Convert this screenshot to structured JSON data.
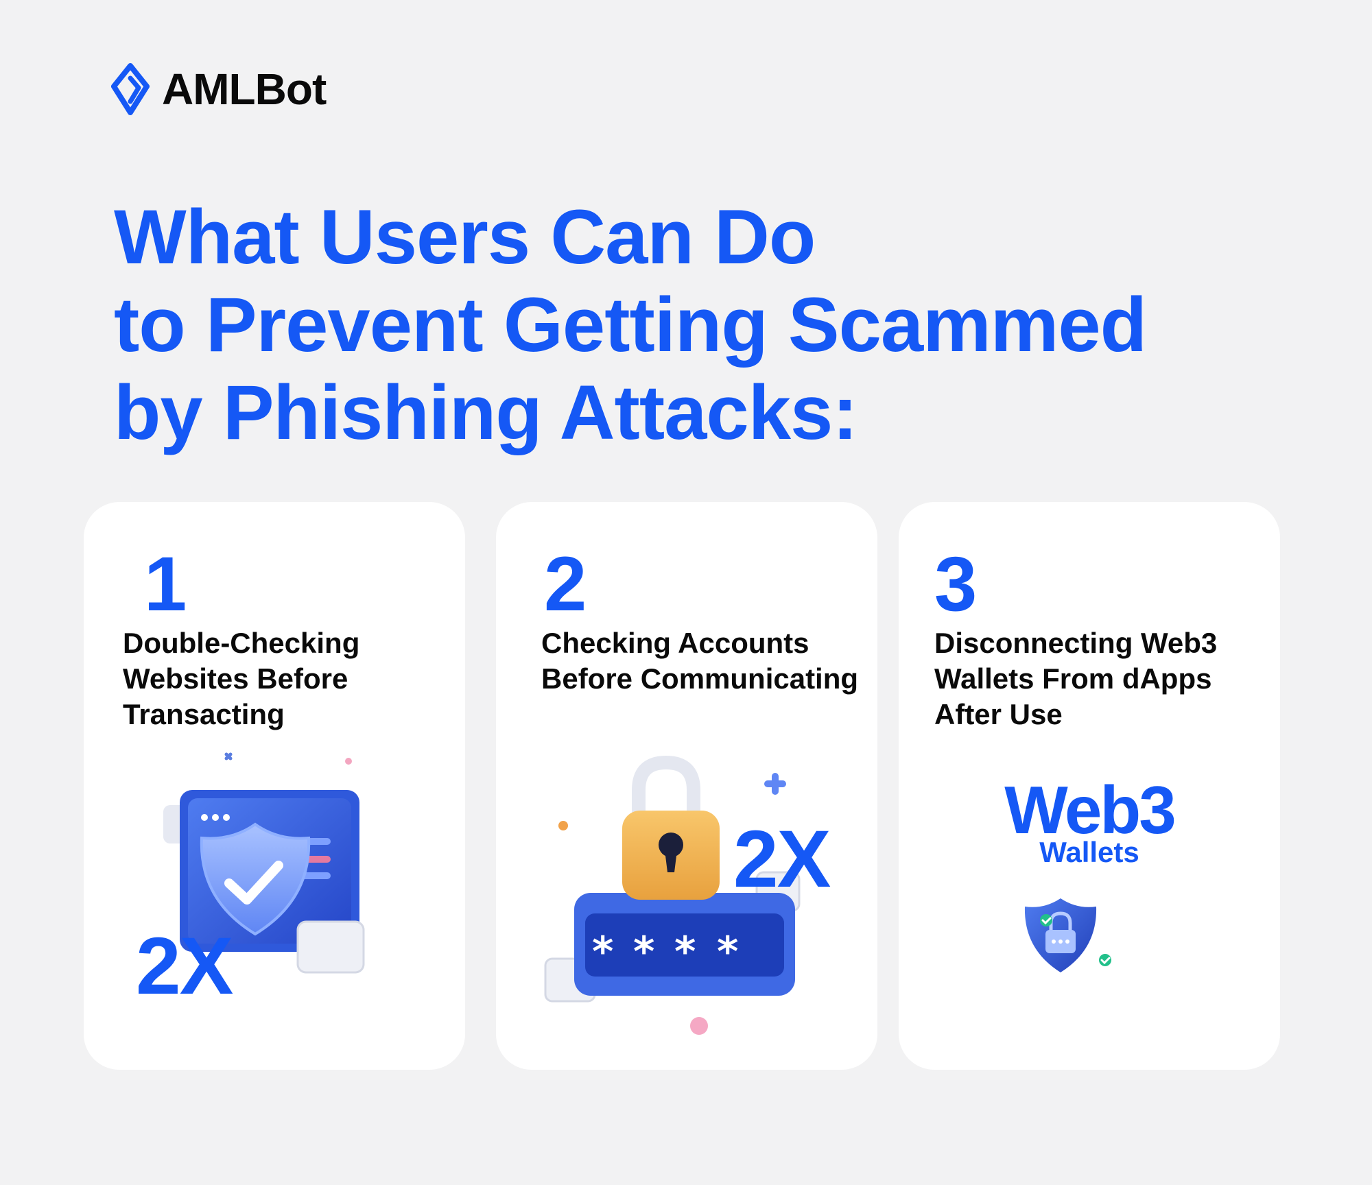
{
  "brand": {
    "name": "AMLBot",
    "accent_color": "#1558f5",
    "logo_icon": "diamond-logo-icon"
  },
  "headline": {
    "line1": "What Users Can Do",
    "line2": "to Prevent Getting Scammed",
    "line3": "by Phishing Attacks:"
  },
  "cards": [
    {
      "number": "1",
      "title": "Double-Checking Websites Before Transacting",
      "badge": "2X",
      "icon": "browser-shield-icon"
    },
    {
      "number": "2",
      "title": "Checking Accounts Before Communicating",
      "badge": "2X",
      "icon": "padlock-password-icon"
    },
    {
      "number": "3",
      "title": "Disconnecting Web3 Wallets From dApps After Use",
      "web3_title": "Web3",
      "web3_subtitle": "Wallets",
      "icon": "shield-lock-icon"
    }
  ]
}
